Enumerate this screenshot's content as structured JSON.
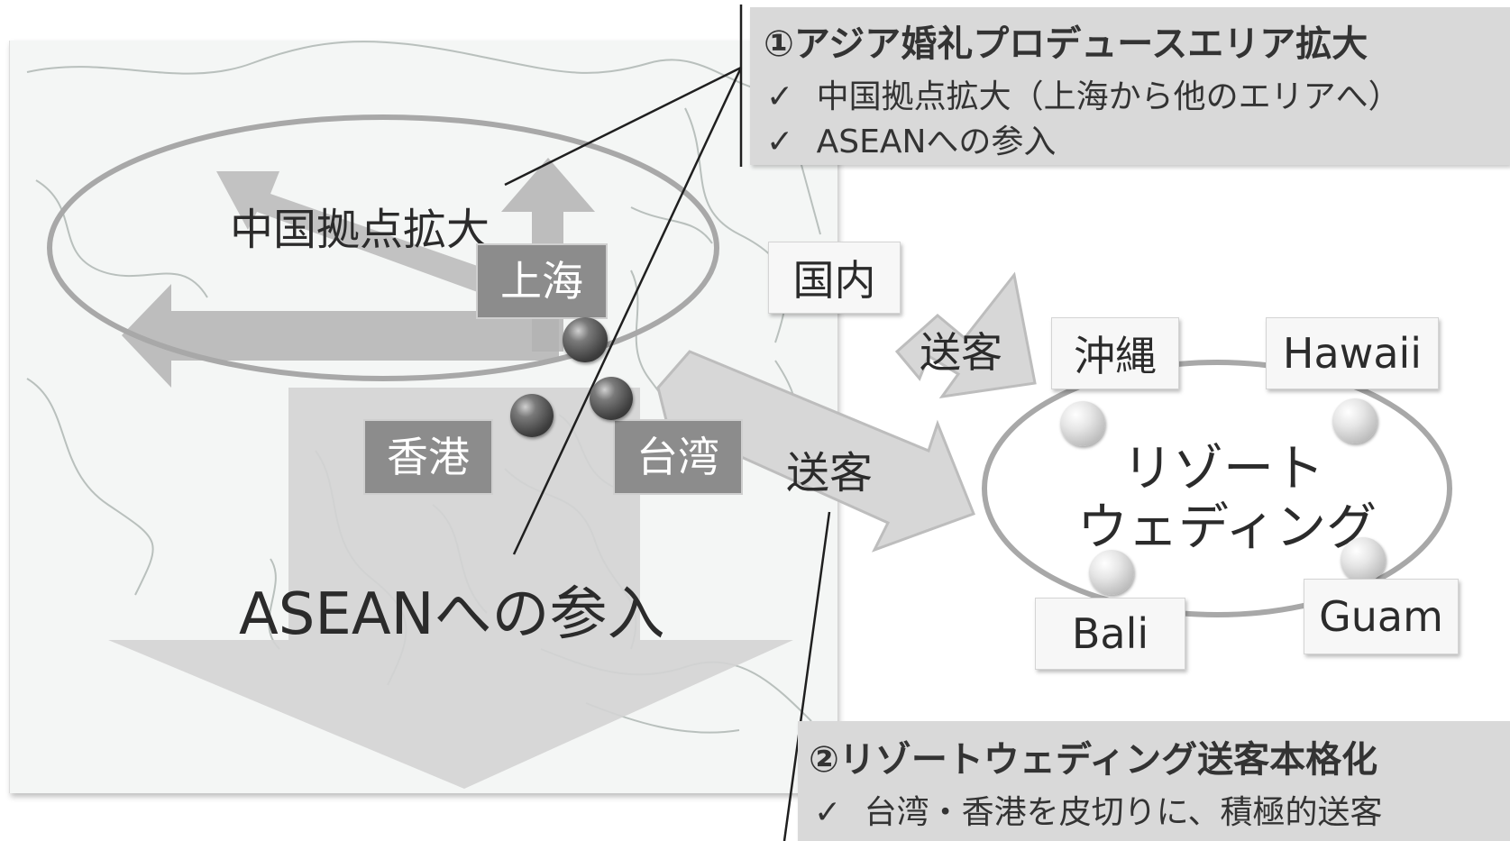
{
  "callout_1": {
    "title": "①アジア婚礼プロデュースエリア拡大",
    "bullets": [
      "中国拠点拡大（上海から他のエリアへ）",
      "ASEANへの参入"
    ],
    "check": "✓"
  },
  "callout_2": {
    "title": "②リゾートウェディング送客本格化",
    "bullets": [
      "台湾・香港を皮切りに、積極的送客"
    ],
    "check": "✓"
  },
  "map": {
    "china_expansion": "中国拠点拡大",
    "shanghai": "上海",
    "hongkong": "香港",
    "taiwan": "台湾",
    "asean_entry": "ASEANへの参入"
  },
  "flow": {
    "domestic": "国内",
    "send_customers_upper": "送客",
    "send_customers_lower": "送客"
  },
  "resort": {
    "title_line1": "リゾート",
    "title_line2": "ウェディング",
    "locations": [
      "沖縄",
      "Hawaii",
      "Bali",
      "Guam"
    ]
  }
}
